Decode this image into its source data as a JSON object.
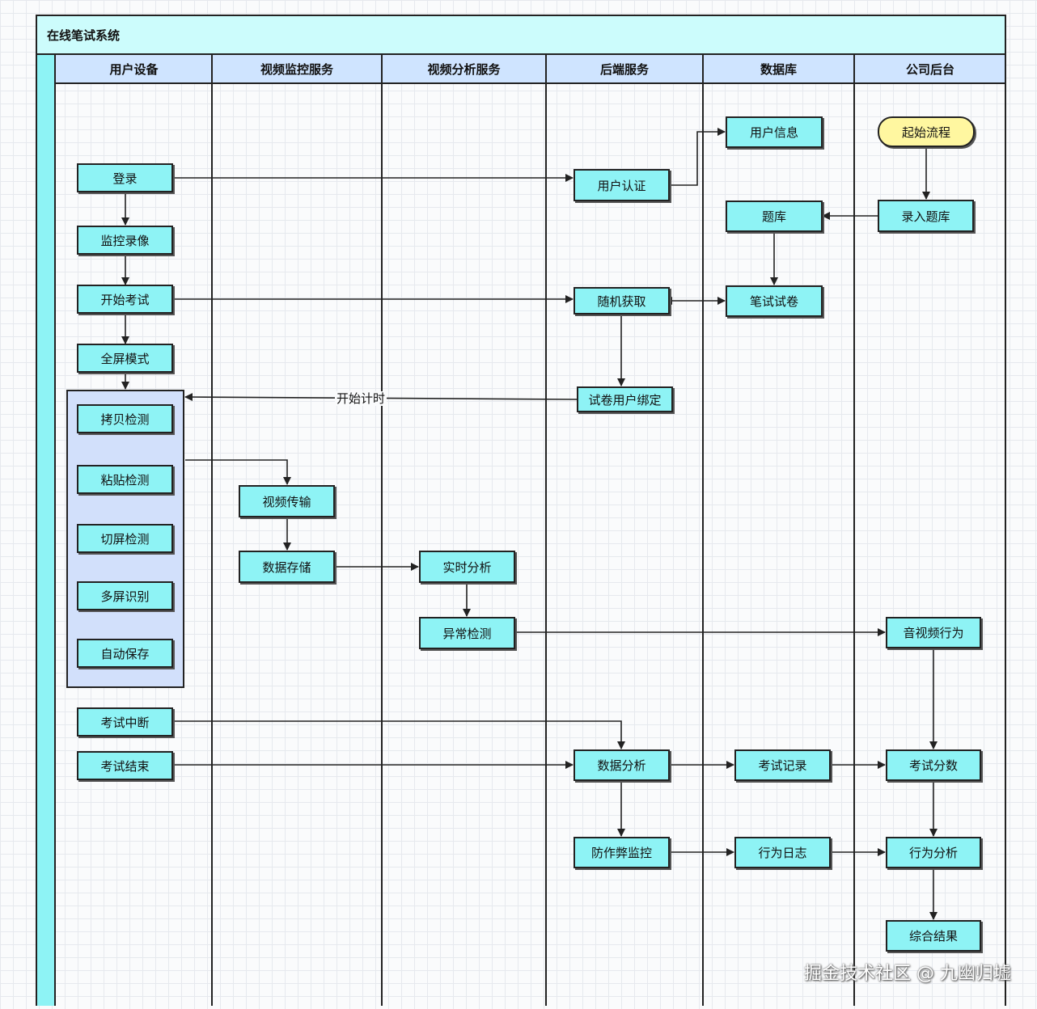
{
  "pool": {
    "title": "在线笔试系统"
  },
  "lanes": [
    "用户设备",
    "视频监控服务",
    "视频分析服务",
    "后端服务",
    "数据库",
    "公司后台"
  ],
  "nodes": {
    "login": "登录",
    "monitor_record": "监控录像",
    "start_exam": "开始考试",
    "fullscreen": "全屏模式",
    "copy_detect": "拷贝检测",
    "paste_detect": "粘贴检测",
    "switch_detect": "切屏检测",
    "multiscreen": "多屏识别",
    "autosave": "自动保存",
    "exam_interrupt": "考试中断",
    "exam_end": "考试结束",
    "video_transfer": "视频传输",
    "data_storage": "数据存储",
    "realtime_analysis": "实时分析",
    "anomaly_detect": "异常检测",
    "user_auth": "用户认证",
    "random_fetch": "随机获取",
    "paper_bind": "试卷用户绑定",
    "data_analysis": "数据分析",
    "anticheat": "防作弊监控",
    "user_info": "用户信息",
    "question_bank": "题库",
    "written_paper": "笔试试卷",
    "exam_record": "考试记录",
    "behavior_log": "行为日志",
    "start_flow": "起始流程",
    "enter_bank": "录入题库",
    "av_behavior": "音视频行为",
    "exam_score": "考试分数",
    "behavior_analysis": "行为分析",
    "final_result": "综合结果"
  },
  "edge_labels": {
    "start_timer": "开始计时"
  },
  "watermark": "掘金技术社区 @ 九幽归墟",
  "colors": {
    "node_fill": "#8ef3f5",
    "terminal_fill": "#fff7a0",
    "lane_header": "#cfe4ff",
    "group_fill": "#d2e0fb",
    "pool_title": "#ccfcfc"
  }
}
